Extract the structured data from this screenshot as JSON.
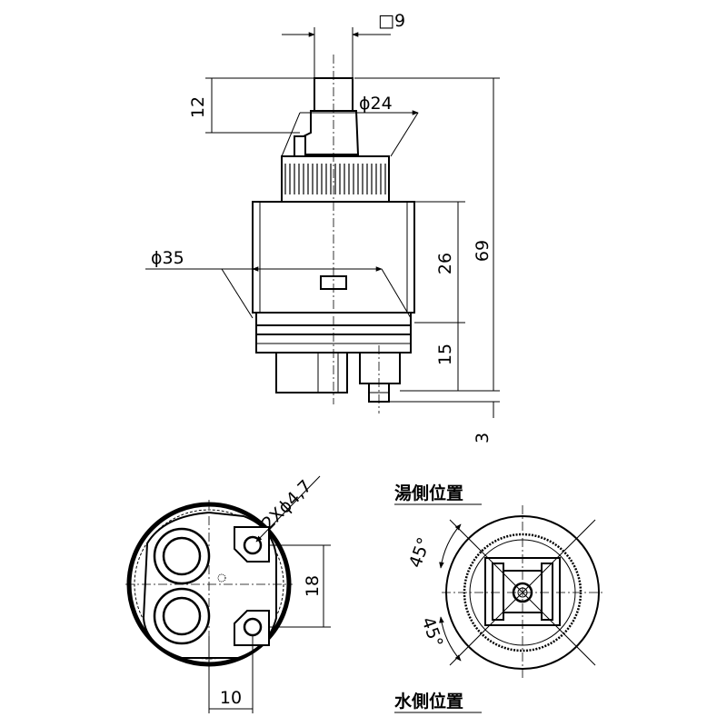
{
  "dimensions": {
    "square_9": "□9",
    "d24": "ϕ24",
    "d35": "ϕ35",
    "h12": "12",
    "h26": "26",
    "h15": "15",
    "h69": "69",
    "h3": "3",
    "holes": "2Xϕ4,7",
    "pitch18": "18",
    "offset10": "10",
    "angle_top": "45°",
    "angle_bottom": "45°"
  },
  "labels": {
    "hot_side": "湯側位置",
    "cold_side": "水側位置"
  }
}
